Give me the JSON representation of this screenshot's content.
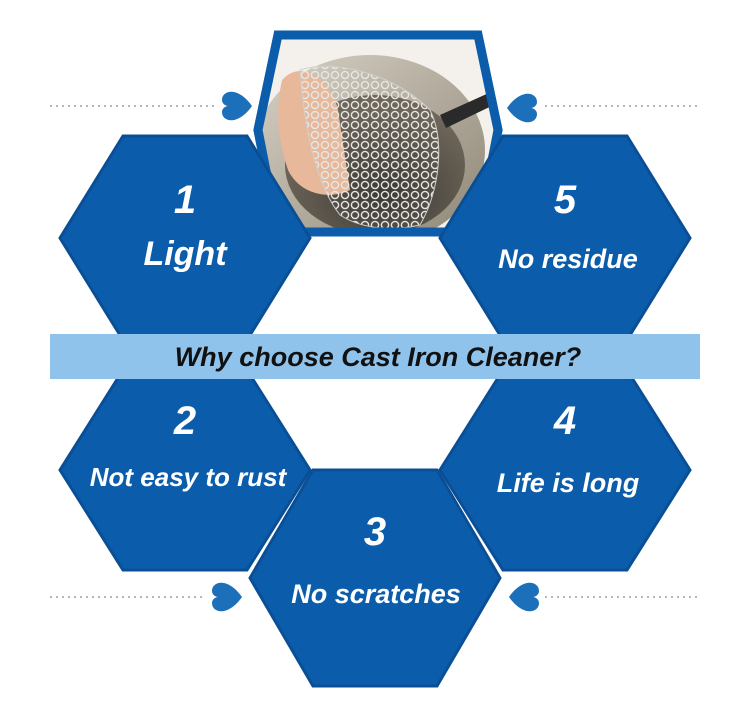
{
  "banner": {
    "text": "Why choose Cast Iron Cleaner?"
  },
  "features": [
    {
      "number": "1",
      "label": "Light"
    },
    {
      "number": "2",
      "label": "Not easy to rust"
    },
    {
      "number": "3",
      "label": "No scratches"
    },
    {
      "number": "4",
      "label": "Life is long"
    },
    {
      "number": "5",
      "label": "No residue"
    }
  ],
  "colors": {
    "hex_fill": "#0b5dab",
    "hex_stroke": "#0a4f95",
    "banner_fill": "#8fc3ec",
    "heart": "#1c6fb9",
    "dotted_line": "#9aa0a6"
  },
  "center_image": {
    "icon": "chainmail-scrubber-on-pan-photo"
  }
}
